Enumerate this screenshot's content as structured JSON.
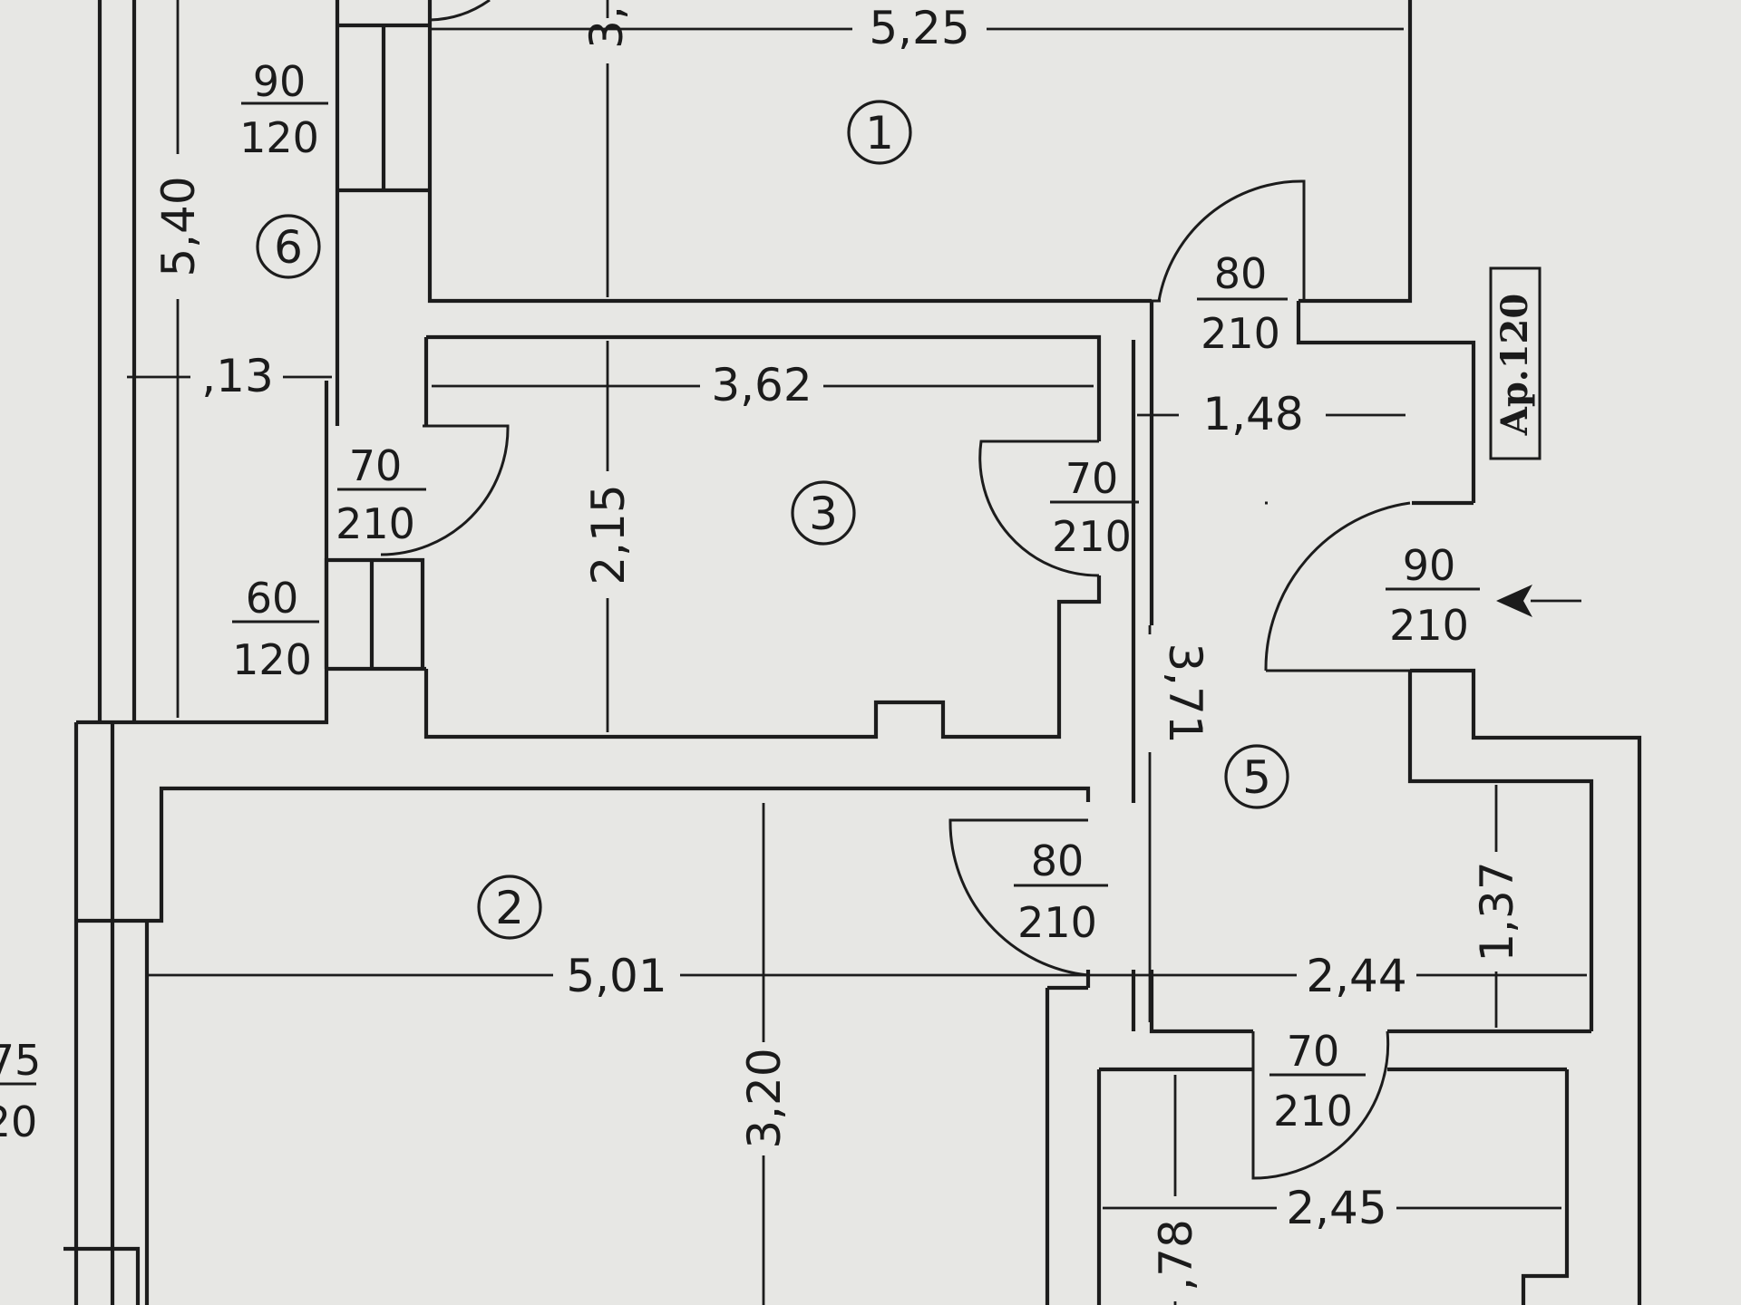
{
  "rooms": [
    {
      "id": "room-1",
      "label": "1"
    },
    {
      "id": "room-2",
      "label": "2"
    },
    {
      "id": "room-3",
      "label": "3"
    },
    {
      "id": "room-5",
      "label": "5"
    },
    {
      "id": "room-6",
      "label": "6"
    }
  ],
  "dimensions": {
    "d_5_25": "5,25",
    "d_3_top": "3,",
    "d_5_40": "5,40",
    "d_1_13": ",13",
    "d_3_62": "3,62",
    "d_2_15": "2,15",
    "d_1_48": "1,48",
    "d_3_71": "3,71",
    "d_5_01": "5,01",
    "d_3_20": "3,20",
    "d_2_44": "2,44",
    "d_1_37": "1,37",
    "d_2_45": "2,45",
    "d_78": ",78"
  },
  "openings": [
    {
      "id": "window-90-120",
      "width": "90",
      "height": "120"
    },
    {
      "id": "door-70-210-left",
      "width": "70",
      "height": "210"
    },
    {
      "id": "window-60-120",
      "width": "60",
      "height": "120"
    },
    {
      "id": "door-80-210-top",
      "width": "80",
      "height": "210"
    },
    {
      "id": "door-70-210-mid",
      "width": "70",
      "height": "210"
    },
    {
      "id": "door-90-210-entrance",
      "width": "90",
      "height": "210"
    },
    {
      "id": "door-80-210-lower",
      "width": "80",
      "height": "210"
    },
    {
      "id": "door-70-210-bottom",
      "width": "70",
      "height": "210"
    },
    {
      "id": "window-partial-left",
      "width": "75",
      "height": "20"
    }
  ],
  "apartment_label": "Ap.120"
}
